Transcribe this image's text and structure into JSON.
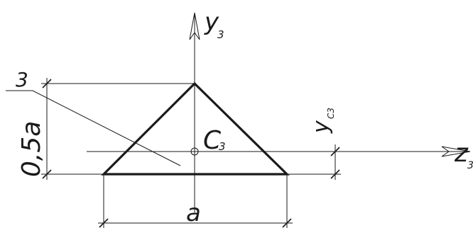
{
  "diagram": {
    "axis_y_label": "y",
    "axis_y_subscript": "3",
    "axis_z_label": "z",
    "axis_z_subscript": "3",
    "centroid_label": "C",
    "centroid_subscript": "3",
    "part_number": "3",
    "height_dimension": "0,5a",
    "base_dimension": "a",
    "offset_label": "y",
    "offset_subscript": "C3"
  }
}
